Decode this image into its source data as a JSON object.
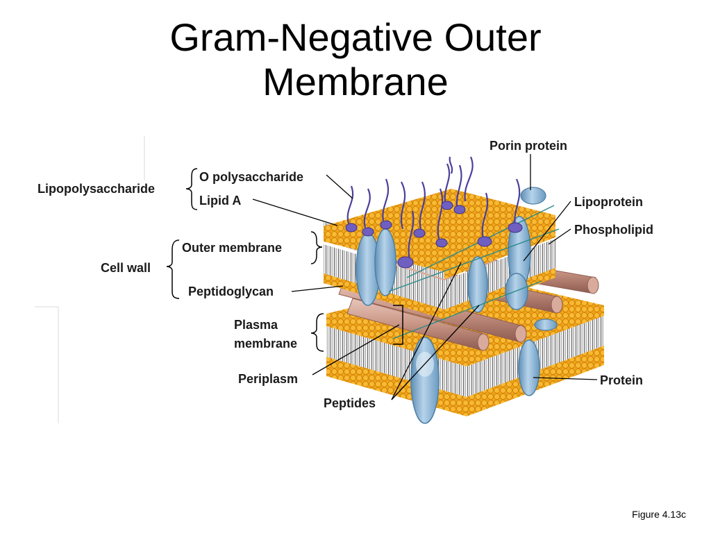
{
  "slide": {
    "title_line1": "Gram-Negative Outer",
    "title_line2": "Membrane",
    "caption": "Figure 4.13c"
  },
  "labels": {
    "lipopolysaccharide": "Lipopolysaccharide",
    "o_polysaccharide": "O polysaccharide",
    "lipid_a": "Lipid A",
    "cell_wall": "Cell wall",
    "outer_membrane": "Outer membrane",
    "peptidoglycan": "Peptidoglycan",
    "plasma_line1": "Plasma",
    "plasma_line2": "membrane",
    "periplasm": "Periplasm",
    "peptides": "Peptides",
    "porin_protein": "Porin protein",
    "lipoprotein": "Lipoprotein",
    "phospholipid": "Phospholipid",
    "protein": "Protein"
  },
  "colors": {
    "lipid_head": "#f5a81c",
    "lipid_head_dark": "#c97d07",
    "lipid_tail": "#6b6b6b",
    "protein": "#8eb6d6",
    "protein_dark": "#4d7fa6",
    "peptidoglycan": "#cfa093",
    "peptidoglycan_dark": "#8f5d52",
    "lps_chain": "#4a3f9a",
    "peptide_line": "#2a8a8a",
    "leader": "#000000"
  }
}
